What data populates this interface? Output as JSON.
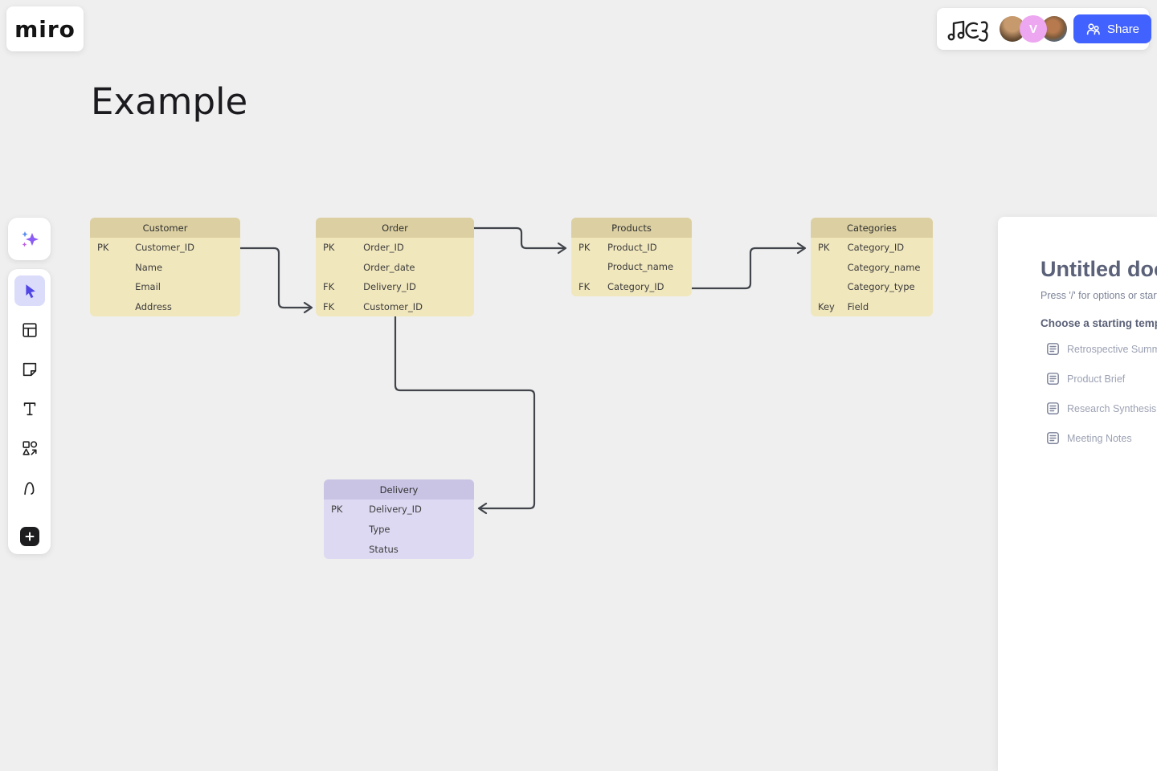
{
  "app": {
    "name": "miro"
  },
  "topbar": {
    "doodle": "hand-drawn-music-notes-doodle",
    "collaborators": [
      {
        "type": "photo",
        "label": ""
      },
      {
        "type": "initial",
        "label": "V",
        "color": "#eda6f0"
      },
      {
        "type": "photo",
        "label": ""
      }
    ],
    "share_button": "Share"
  },
  "toolbar": {
    "tools": [
      "ai-assistant",
      "select",
      "frames",
      "sticky-note",
      "text",
      "shapes",
      "pen",
      "add"
    ],
    "active_tool": "select"
  },
  "board": {
    "title": "Example",
    "tables": {
      "customer": {
        "title": "Customer",
        "theme": "yellow",
        "rows": [
          {
            "key": "PK",
            "field": "Customer_ID"
          },
          {
            "key": "",
            "field": "Name"
          },
          {
            "key": "",
            "field": "Email"
          },
          {
            "key": "",
            "field": "Address"
          }
        ]
      },
      "order": {
        "title": "Order",
        "theme": "yellow",
        "rows": [
          {
            "key": "PK",
            "field": "Order_ID"
          },
          {
            "key": "",
            "field": "Order_date"
          },
          {
            "key": "FK",
            "field": "Delivery_ID"
          },
          {
            "key": "FK",
            "field": "Customer_ID"
          }
        ]
      },
      "products": {
        "title": "Products",
        "theme": "yellow",
        "rows": [
          {
            "key": "PK",
            "field": "Product_ID"
          },
          {
            "key": "",
            "field": "Product_name"
          },
          {
            "key": "FK",
            "field": "Category_ID"
          }
        ]
      },
      "categories": {
        "title": "Categories",
        "theme": "yellow",
        "rows": [
          {
            "key": "PK",
            "field": "Category_ID"
          },
          {
            "key": "",
            "field": "Category_name"
          },
          {
            "key": "",
            "field": "Category_type"
          },
          {
            "key": "Key",
            "field": "Field"
          }
        ]
      },
      "delivery": {
        "title": "Delivery",
        "theme": "purple",
        "rows": [
          {
            "key": "PK",
            "field": "Delivery_ID"
          },
          {
            "key": "",
            "field": "Type"
          },
          {
            "key": "",
            "field": "Status"
          }
        ]
      }
    },
    "connectors": [
      {
        "from": "Customer.Customer_ID",
        "to": "Order.Customer_ID"
      },
      {
        "from": "Order",
        "to": "Products.Product_ID"
      },
      {
        "from": "Products.Category_ID",
        "to": "Categories.Category_ID"
      },
      {
        "from": "Order.Delivery_ID",
        "to": "Delivery.Delivery_ID"
      }
    ]
  },
  "doc_panel": {
    "title": "Untitled doc",
    "hint": "Press '/' for options or start w",
    "templates_heading": "Choose a starting templa",
    "templates": [
      "Retrospective Summar",
      "Product Brief",
      "Research Synthesis",
      "Meeting Notes"
    ]
  },
  "colors": {
    "canvas_background": "#efefef",
    "accent_blue": "#4262ff",
    "table_yellow_header": "#dcd0a2",
    "table_yellow_body": "#f1e7bd",
    "table_purple_header": "#c9c3e4",
    "table_purple_body": "#ddd9f2",
    "connector_line": "#41454b",
    "avatar_initial_bg": "#eda6f0"
  }
}
